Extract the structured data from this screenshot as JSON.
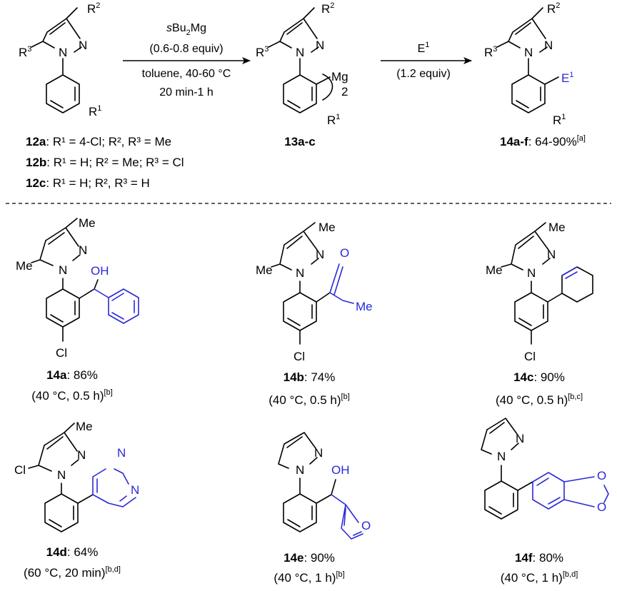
{
  "colors": {
    "ink": "#000000",
    "electrophile": "#2929d8"
  },
  "scheme": {
    "reagent": {
      "line1_pre": "s",
      "line1_main": "Bu",
      "line1_sub": "2",
      "line1_post": "Mg",
      "line2": "(0.6-0.8 equiv)",
      "line3": "toluene, 40-60 °C",
      "line4": "20 min-1 h"
    },
    "reagent2": {
      "main": "E",
      "sup": "1",
      "line2": "(1.2 equiv)"
    },
    "start": {
      "id_a": "12a",
      "text_a": ": R¹ = 4-Cl; R², R³ = Me",
      "id_b": "12b",
      "text_b": ": R¹ = H; R² = Me; R³ = Cl",
      "id_c": "12c",
      "text_c": ": R¹ = H; R², R³ = H"
    },
    "intermediate": {
      "id": "13a-c"
    },
    "product": {
      "id": "14a-f",
      "yield": ": 64-90%",
      "note": "[a]"
    }
  },
  "atoms": {
    "R": "R",
    "one": "1",
    "two": "2",
    "three": "3",
    "N": "N",
    "Mg": "Mg",
    "E": "E",
    "OH": "OH",
    "O": "O",
    "Me": "Me",
    "Cl": "Cl",
    "sub2": "2"
  },
  "examples": [
    {
      "id": "14a",
      "yield": ": 86%",
      "cond": "(40 °C, 0.5 h)",
      "note": "[b]"
    },
    {
      "id": "14b",
      "yield": ": 74%",
      "cond": "(40 °C, 0.5 h)",
      "note": "[b]"
    },
    {
      "id": "14c",
      "yield": ": 90%",
      "cond": "(40 °C, 0.5 h)",
      "note": "[b,c]"
    },
    {
      "id": "14d",
      "yield": ": 64%",
      "cond": "(60 °C, 20 min)",
      "note": "[b,d]"
    },
    {
      "id": "14e",
      "yield": ": 90%",
      "cond": "(40 °C, 1 h)",
      "note": "[b]"
    },
    {
      "id": "14f",
      "yield": ": 80%",
      "cond": "(40 °C, 1 h)",
      "note": "[b,d]"
    }
  ]
}
